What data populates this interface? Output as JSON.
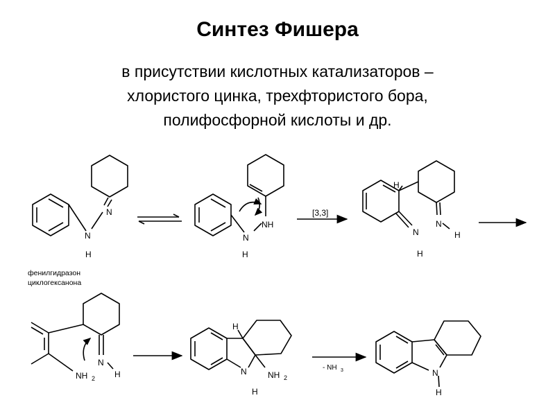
{
  "header": {
    "title": "Синтез Фишера",
    "subtitle_lines": [
      "в присутствии кислотных катализаторов –",
      "хлористого цинка, трехфтористого бора,",
      "полифосфорной кислоты и др."
    ]
  },
  "scheme": {
    "atoms": {
      "N": "N",
      "H": "H",
      "NH": "NH",
      "NH2": "NH",
      "sub2": "2",
      "NH3": "NH",
      "sub3": "3"
    },
    "caption_lines": [
      "фенилгидразон",
      "циклогексанона"
    ],
    "rearrangement_label": "[3,3]",
    "elimination_label": "- NH",
    "elimination_sub": "3"
  }
}
